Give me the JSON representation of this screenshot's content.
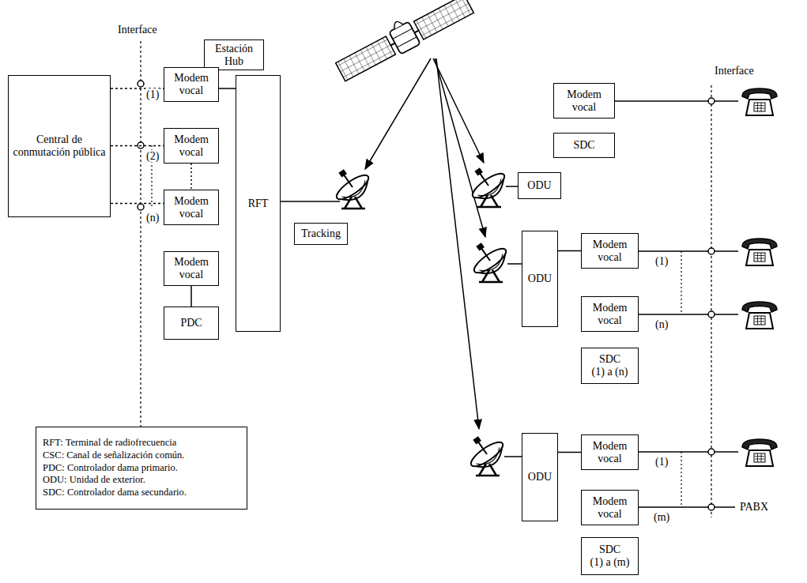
{
  "diagram": {
    "nodes": [
      {
        "text": [
          "Estación Hub"
        ]
      },
      {
        "text": [
          "Central de conmutación pública"
        ]
      },
      {
        "text": [
          "Modem vocal"
        ]
      },
      {
        "text": [
          "Modem vocal"
        ]
      },
      {
        "text": [
          "Modem vocal"
        ]
      },
      {
        "text": [
          "RFT"
        ]
      },
      {
        "text": [
          "Tracking"
        ]
      },
      {
        "text": [
          "Modem vocal"
        ]
      },
      {
        "text": [
          "PDC"
        ]
      },
      {
        "text": [
          "ODU"
        ]
      },
      {
        "text": [
          "Modem vocal"
        ]
      },
      {
        "text": [
          "SDC"
        ]
      },
      {
        "text": [
          "ODU"
        ]
      },
      {
        "text": [
          "Modem vocal"
        ]
      },
      {
        "text": [
          "Modem vocal"
        ]
      },
      {
        "text": [
          "SDC",
          "(1) a (n)"
        ]
      },
      {
        "text": [
          "ODU"
        ]
      },
      {
        "text": [
          "Modem vocal"
        ]
      },
      {
        "text": [
          "Modem vocal"
        ]
      },
      {
        "text": [
          "SDC",
          "(1) a (m)"
        ]
      },
      {
        "text": [
          "RFT: Terminal de radiofrecuencia",
          "CSC: Canal de señalización común.",
          "PDC: Controlador dama primario.",
          "ODU: Unidad de exterior.",
          "SDC: Controlador dama secundario."
        ]
      }
    ],
    "edges": [
      {
        "from": 1,
        "to": 2,
        "arrow": "none"
      },
      {
        "from": 1,
        "to": 3,
        "arrow": "none"
      },
      {
        "from": 1,
        "to": 4,
        "arrow": "none"
      },
      {
        "from": 2,
        "to": 5,
        "arrow": "none"
      },
      {
        "from": 3,
        "to": 4,
        "arrow": "none"
      },
      {
        "from": 7,
        "to": 8,
        "arrow": "none"
      },
      {
        "from": 12,
        "to": 13,
        "arrow": "none"
      },
      {
        "from": 16,
        "to": 17,
        "arrow": "none"
      }
    ],
    "labels": [
      "Interface",
      "(1)",
      "(2)",
      "(n)",
      "Interface",
      "(1)",
      "(n)",
      "(1)",
      "(m)",
      "PABX"
    ]
  }
}
